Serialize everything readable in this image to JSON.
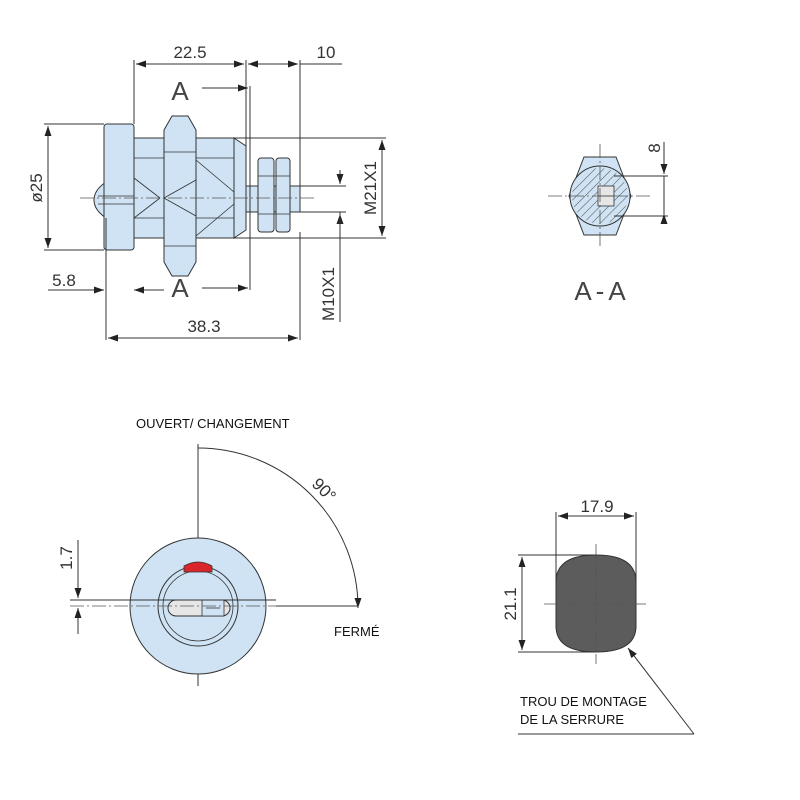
{
  "dimensions": {
    "width_22_5": "22.5",
    "width_10": "10",
    "diameter_25": "ø25",
    "thread_main": "M21X1",
    "offset_5_8": "5.8",
    "length_38_3": "38.3",
    "thread_shaft": "M10X1",
    "section_width": "8",
    "offset_1_7": "1.7",
    "angle": "90°",
    "hole_width": "17.9",
    "hole_height": "21.1"
  },
  "labels": {
    "section_marker": "A",
    "section_title": "A-A",
    "open_position": "OUVERT/ CHANGEMENT",
    "closed_position": "FERMÉ",
    "mounting_hole_line1": "TROU DE MONTAGE",
    "mounting_hole_line2": "DE LA SERRURE"
  },
  "colors": {
    "part_fill": "#cfe3f4",
    "hole_fill": "#5c5c5c",
    "indicator_red": "#d8262a",
    "line": "#333333"
  }
}
